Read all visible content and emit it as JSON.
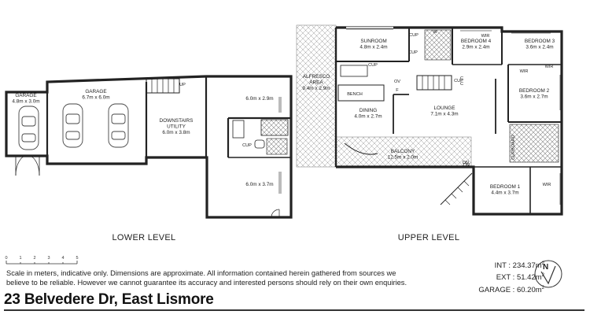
{
  "rooms_lower": [
    {
      "id": "garage-small",
      "lines": [
        "GARAGE",
        "4.8m x 3.0m"
      ]
    },
    {
      "id": "garage-large",
      "lines": [
        "GARAGE",
        "6.7m x 6.0m"
      ]
    },
    {
      "id": "downstairs-utility",
      "lines": [
        "DOWNSTAIRS",
        "UTILITY",
        "6.0m x 3.8m"
      ]
    },
    {
      "id": "room-top",
      "lines": [
        "6.0m x 2.9m"
      ]
    },
    {
      "id": "room-bottom",
      "lines": [
        "6.0m x 3.7m"
      ]
    }
  ],
  "rooms_upper": [
    {
      "id": "sunroom",
      "lines": [
        "SUNROOM",
        "4.8m x 2.4m"
      ]
    },
    {
      "id": "bedroom-4",
      "lines": [
        "BEDROOM 4",
        "2.9m x 2.4m"
      ]
    },
    {
      "id": "bedroom-3",
      "lines": [
        "BEDROOM 3",
        "3.6m x 2.4m"
      ]
    },
    {
      "id": "alfresco",
      "lines": [
        "ALFRESCO",
        "AREA",
        "9.4m x 2.9m"
      ]
    },
    {
      "id": "bedroom-2",
      "lines": [
        "BEDROOM 2",
        "3.6m x 2.7m"
      ]
    },
    {
      "id": "dining",
      "lines": [
        "DINING",
        "4.0m x 2.7m"
      ]
    },
    {
      "id": "lounge",
      "lines": [
        "LOUNGE",
        "7.1m x 4.3m"
      ]
    },
    {
      "id": "balcony",
      "lines": [
        "BALCONY",
        "12.5m x 2.0m"
      ]
    },
    {
      "id": "bedroom-1",
      "lines": [
        "BEDROOM 1",
        "4.4m x 3.7m"
      ]
    }
  ],
  "small_labels": [
    "UP",
    "CUP",
    "CUP",
    "CUP",
    "CUP",
    "CUP",
    "WIR",
    "WIR",
    "WIR",
    "WIR",
    "BENCH",
    "OV",
    "F",
    "C",
    "C",
    "W",
    "DN",
    "DN",
    "CUPBOARD"
  ],
  "level_labels": {
    "lower": "LOWER LEVEL",
    "upper": "UPPER LEVEL"
  },
  "scale_ticks": [
    "0",
    "1",
    "2",
    "3",
    "4",
    "5"
  ],
  "disclaimer": "Scale in meters, indicative only. Dimensions are approximate. All information contained herein gathered from sources we believe to be reliable. However we cannot guarantee its accuracy and interested persons should rely on their own enquiries.",
  "areas": {
    "int_label": "INT : ",
    "int_value": "234.37m",
    "ext_label": "EXT : ",
    "ext_value": "51.42m",
    "garage_label": "GARAGE : ",
    "garage_value": "60.20m",
    "unit_sup": "2"
  },
  "compass_label": "N",
  "address": "23 Belvedere Dr, East Lismore"
}
